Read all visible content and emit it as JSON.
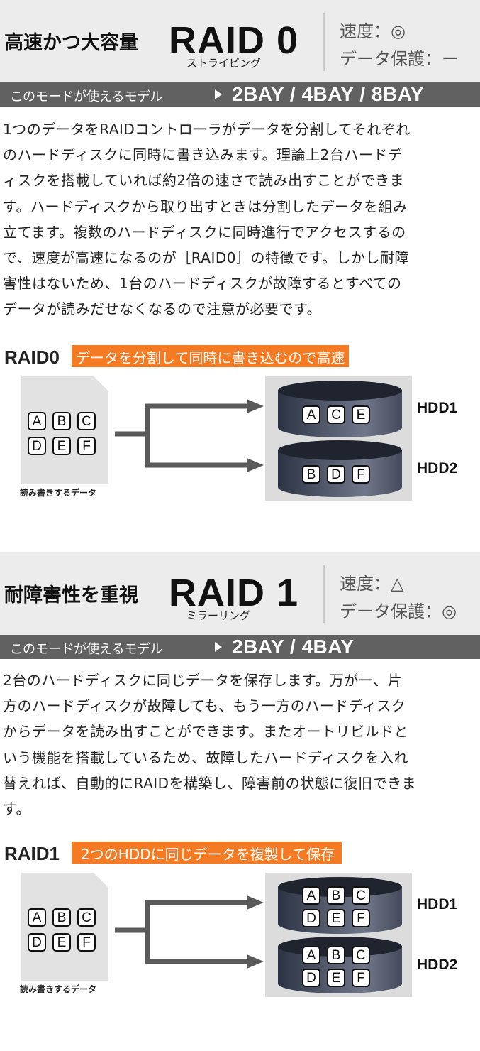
{
  "raid0": {
    "title": "高速かつ大容量",
    "raid_name": "RAID 0",
    "subtitle": "ストライピング",
    "speed": "速度：◎",
    "protection": "データ保護：ー",
    "models_label": "このモードが使えるモデル",
    "models_value": "2BAY / 4BAY / 8BAY",
    "description": "1つのデータをRAIDコントローラがデータを分割してそれぞれ\nのハードディスクに同時に書き込みます。理論上2台ハードデ\nィスクを搭載していれば約2倍の速さで読み出すことができま\nす。ハードディスクから取り出すときは分割したデータを組み\n立てます。複数のハードディスクに同時進行でアクセスするの\nで、速度が高速になるのが［RAID0］の特徴です。しかし耐障\n害性はないため、1台のハードディスクが故障するとすべての\nデータが読みだせなくなるので注意が必要です。",
    "diagram": {
      "label": "RAID0",
      "badge": "データを分割して同時に書き込むので高速",
      "source_tiles": [
        "A",
        "B",
        "C",
        "D",
        "E",
        "F"
      ],
      "source_label": "読み書きするデータ",
      "disks": [
        {
          "name": "HDD1",
          "tiles": [
            "A",
            "C",
            "E"
          ]
        },
        {
          "name": "HDD2",
          "tiles": [
            "B",
            "D",
            "F"
          ]
        }
      ]
    }
  },
  "raid1": {
    "title": "耐障害性を重視",
    "raid_name": "RAID 1",
    "subtitle": "ミラーリング",
    "speed": "速度：△",
    "protection": "データ保護：◎",
    "models_label": "このモードが使えるモデル",
    "models_value": "2BAY / 4BAY",
    "description": "2台のハードディスクに同じデータを保存します。万が一、片\n方のハードディスクが故障しても、もう一方のハードディスク\nからデータを読み出すことができます。またオートリビルドと\nいう機能を搭載しているため、故障したハードディスクを入れ\n替えれば、自動的にRAIDを構築し、障害前の状態に復旧できま\nす。",
    "diagram": {
      "label": "RAID1",
      "badge": "2つのHDDに同じデータを複製して保存",
      "source_tiles": [
        "A",
        "B",
        "C",
        "D",
        "E",
        "F"
      ],
      "source_label": "読み書きするデータ",
      "disks": [
        {
          "name": "HDD1",
          "tiles": [
            "A",
            "B",
            "C",
            "D",
            "E",
            "F"
          ]
        },
        {
          "name": "HDD2",
          "tiles": [
            "A",
            "B",
            "C",
            "D",
            "E",
            "F"
          ]
        }
      ]
    }
  },
  "colors": {
    "header_band": "#ececec",
    "models_bar": "#616161",
    "badge": "#f47a23",
    "disk_panel": "#dcdcdc",
    "doc_panel": "#e2e2e2",
    "arrow": "#5a5a5a"
  },
  "icons": {
    "models_arrow": "triangle-right-icon",
    "flow_arrow": "split-arrow-icon"
  }
}
